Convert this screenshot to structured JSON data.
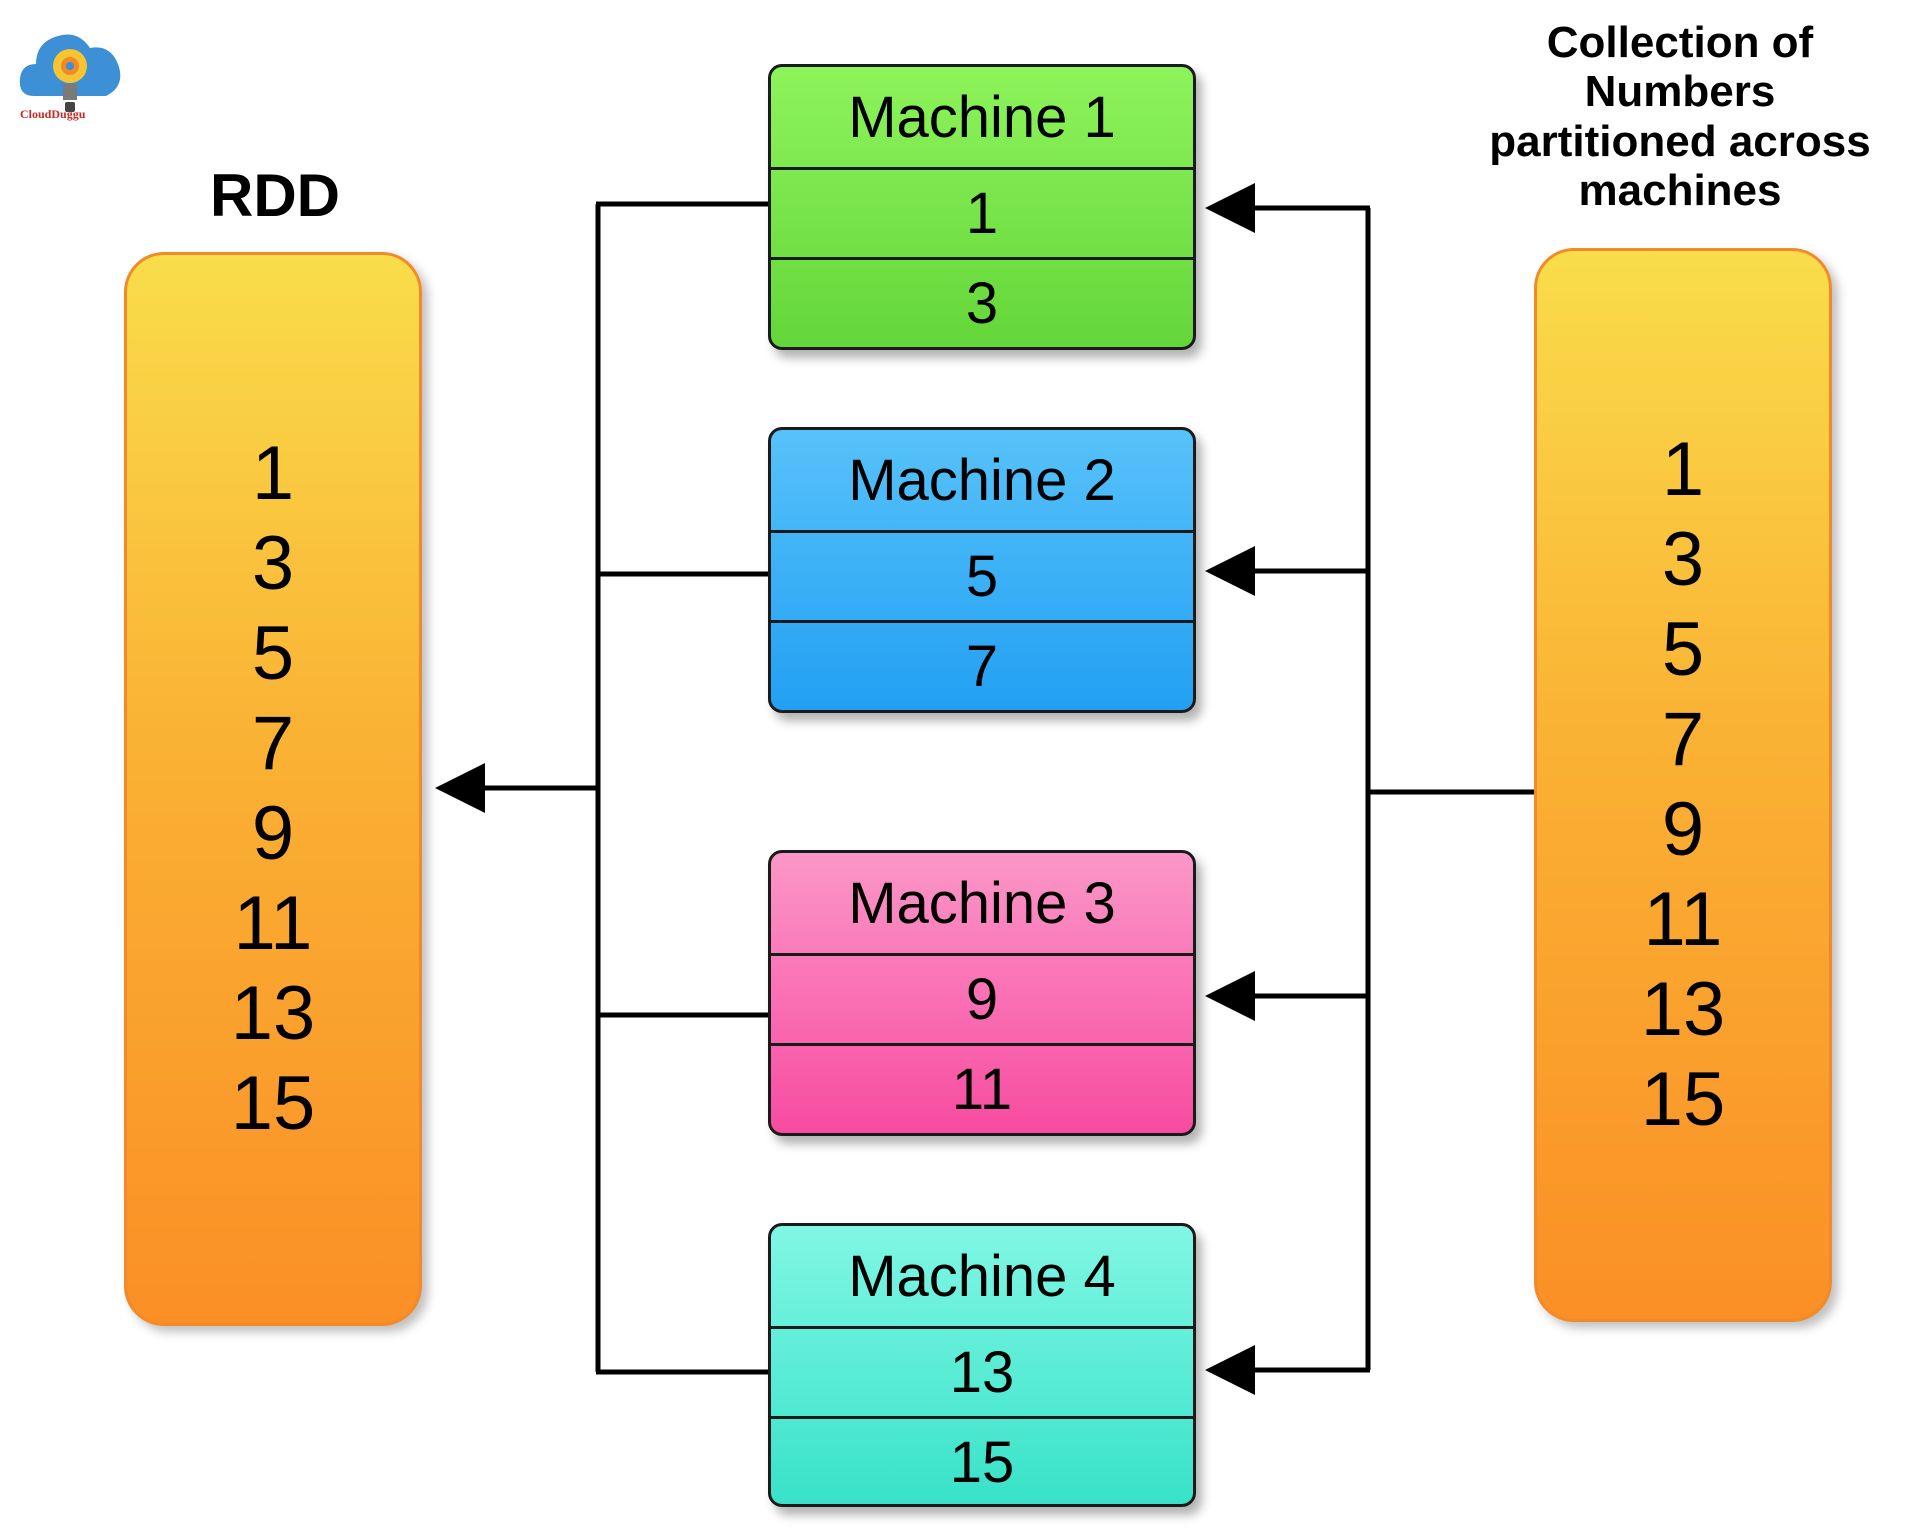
{
  "logo": {
    "icon": "cloud-bulb-logo",
    "text": "CloudDuggu"
  },
  "rdd": {
    "heading": "RDD",
    "values": [
      "1",
      "3",
      "5",
      "7",
      "9",
      "11",
      "13",
      "15"
    ]
  },
  "collection": {
    "heading_lines": [
      "Collection of",
      "Numbers",
      "partitioned across",
      "machines"
    ],
    "values": [
      "1",
      "3",
      "5",
      "7",
      "9",
      "11",
      "13",
      "15"
    ]
  },
  "machines": [
    {
      "title": "Machine 1",
      "values": [
        "1",
        "3"
      ]
    },
    {
      "title": "Machine 2",
      "values": [
        "5",
        "7"
      ]
    },
    {
      "title": "Machine 3",
      "values": [
        "9",
        "11"
      ]
    },
    {
      "title": "Machine 4",
      "values": [
        "13",
        "15"
      ]
    }
  ],
  "colors": {
    "column_top": "#f9dd4a",
    "column_bottom": "#fa8f26",
    "machine_1": "#7be94c",
    "machine_2": "#3bb1f7",
    "machine_3": "#fa72b4",
    "machine_4": "#5cecd6",
    "connector": "#000000"
  }
}
